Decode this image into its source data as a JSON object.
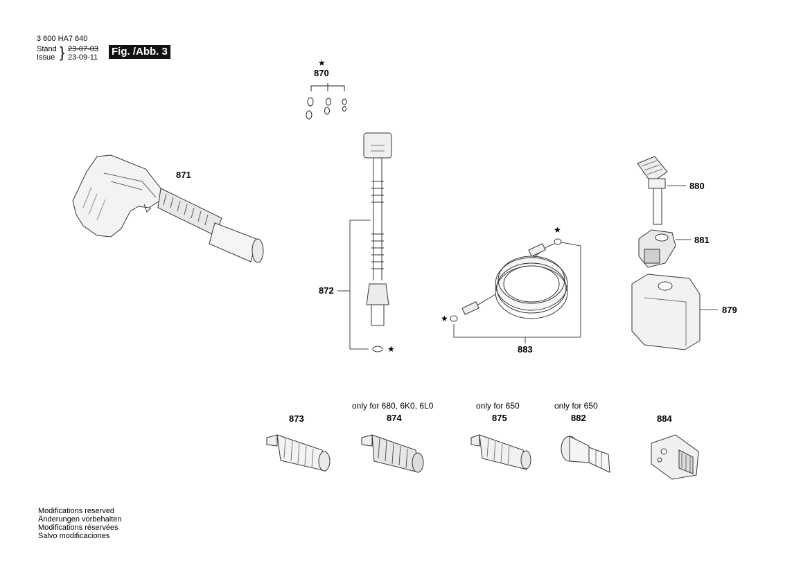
{
  "header": {
    "doc_number": "3 600 HA7 640",
    "stand_label": "Stand",
    "issue_label": "Issue",
    "stand_date": "23-07-03",
    "issue_date": "23-09-11",
    "figure_label": "Fig. /Abb. 3"
  },
  "parts": {
    "p870": "870",
    "p871": "871",
    "p872": "872",
    "p873": "873",
    "p874": "874",
    "p875": "875",
    "p879": "879",
    "p880": "880",
    "p881": "881",
    "p882": "882",
    "p883": "883",
    "p884": "884"
  },
  "notes": {
    "n874": "only for 680, 6K0, 6L0",
    "n875": "only for 650",
    "n882": "only for 650"
  },
  "star_symbol": "★",
  "footer": {
    "line1": "Modifications reserved",
    "line2": "Änderungen vorbehalten",
    "line3": "Modifications réservées",
    "line4": "Salvo modificaciones"
  }
}
